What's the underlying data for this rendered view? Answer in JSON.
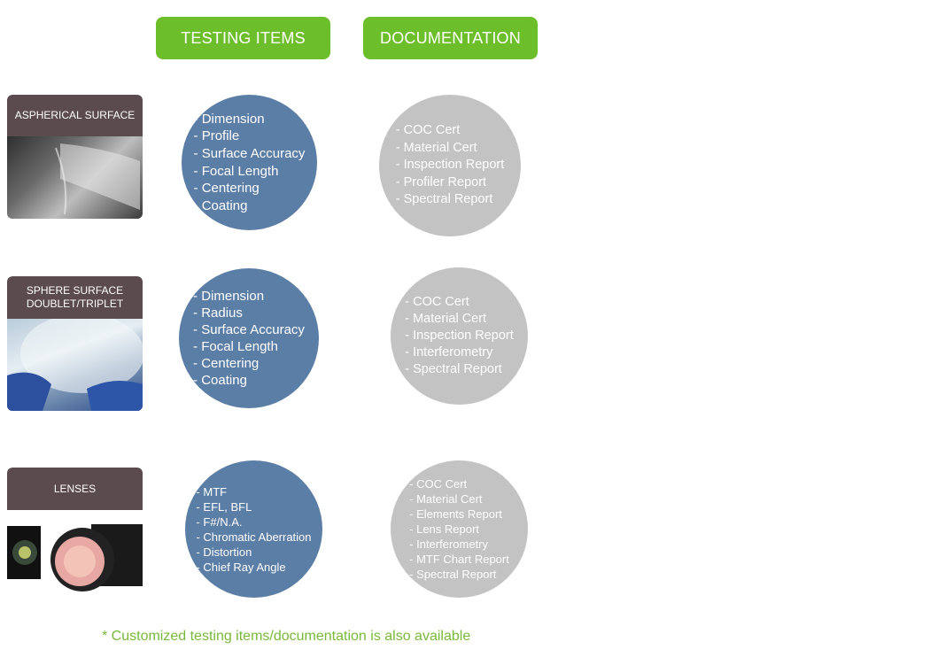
{
  "headers": {
    "testing": "TESTING ITEMS",
    "documentation": "DOCUMENTATION"
  },
  "rows": [
    {
      "label": "ASPHERICAL SURFACE",
      "testing": [
        "- Dimension",
        "- Profile",
        "- Surface Accuracy",
        "- Focal Length",
        "- Centering",
        "- Coating"
      ],
      "documentation": [
        "- COC Cert",
        "- Material Cert",
        "- Inspection Report",
        "- Profiler Report",
        "- Spectral Report"
      ]
    },
    {
      "label": "SPHERE SURFACE\nDOUBLET/TRIPLET",
      "testing": [
        "- Dimension",
        "- Radius",
        "- Surface Accuracy",
        "- Focal Length",
        "- Centering",
        "- Coating"
      ],
      "documentation": [
        "- COC Cert",
        "- Material Cert",
        "- Inspection Report",
        "- Interferometry",
        "- Spectral Report"
      ]
    },
    {
      "label": "LENSES",
      "testing": [
        "- MTF",
        "- EFL, BFL",
        "- F#/N.A.",
        "- Chromatic Aberration",
        "- Distortion",
        "- Chief Ray Angle"
      ],
      "documentation": [
        "- COC Cert",
        "- Material Cert",
        "- Elements  Report",
        "- Lens  Report",
        "- Interferometry",
        "- MTF Chart Report",
        "- Spectral Report"
      ]
    }
  ],
  "footnote": "* Customized testing items/documentation is also available",
  "colors": {
    "green": "#6dbe2b",
    "blue": "#5b7ea6",
    "grey": "#c3c3c3",
    "label_bg": "#5b4b4e",
    "footnote": "#78b83a"
  }
}
